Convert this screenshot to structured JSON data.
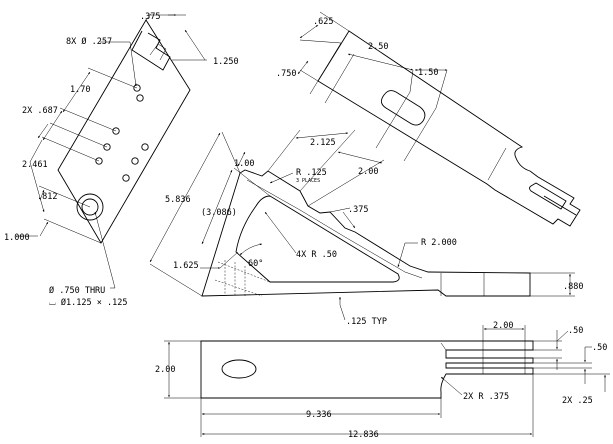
{
  "dimensions": {
    "d_375_top": ".375",
    "holes_8x": "8X Ø .257",
    "d_1250": "1.250",
    "d_170": "1.70",
    "d_2x_687": "2X .687",
    "d_2461": "2.461",
    "d_812": ".812",
    "d_1000": "1.000",
    "thru_hole": "Ø .750 THRU",
    "counterbore": "⌴ Ø1.125 × .125",
    "d_5836": "5.836",
    "d_100": "1.00",
    "r_125": "R .125",
    "three_places": "3 PLACES",
    "d_3086": "(3.086)",
    "d_2125": "2.125",
    "d_200_mid": "2.00",
    "d_375_mid": ".375",
    "r_4x_50": "4X R .50",
    "angle_60": "60°",
    "d_1625": "1.625",
    "r_2000": "R 2.000",
    "d_125_typ": ".125 TYP",
    "d_880": ".880",
    "d_625": ".625",
    "d_250": "2.50",
    "d_750": ".750",
    "d_150": "1.50",
    "d_200_bottom": "2.00",
    "d_50_a": ".50",
    "d_50_b": ".50",
    "d_200_left": "2.00",
    "r_2x_375": "2X R .375",
    "d_2x_25": "2X .25",
    "d_9336": "9.336",
    "d_12836": "12.836"
  }
}
